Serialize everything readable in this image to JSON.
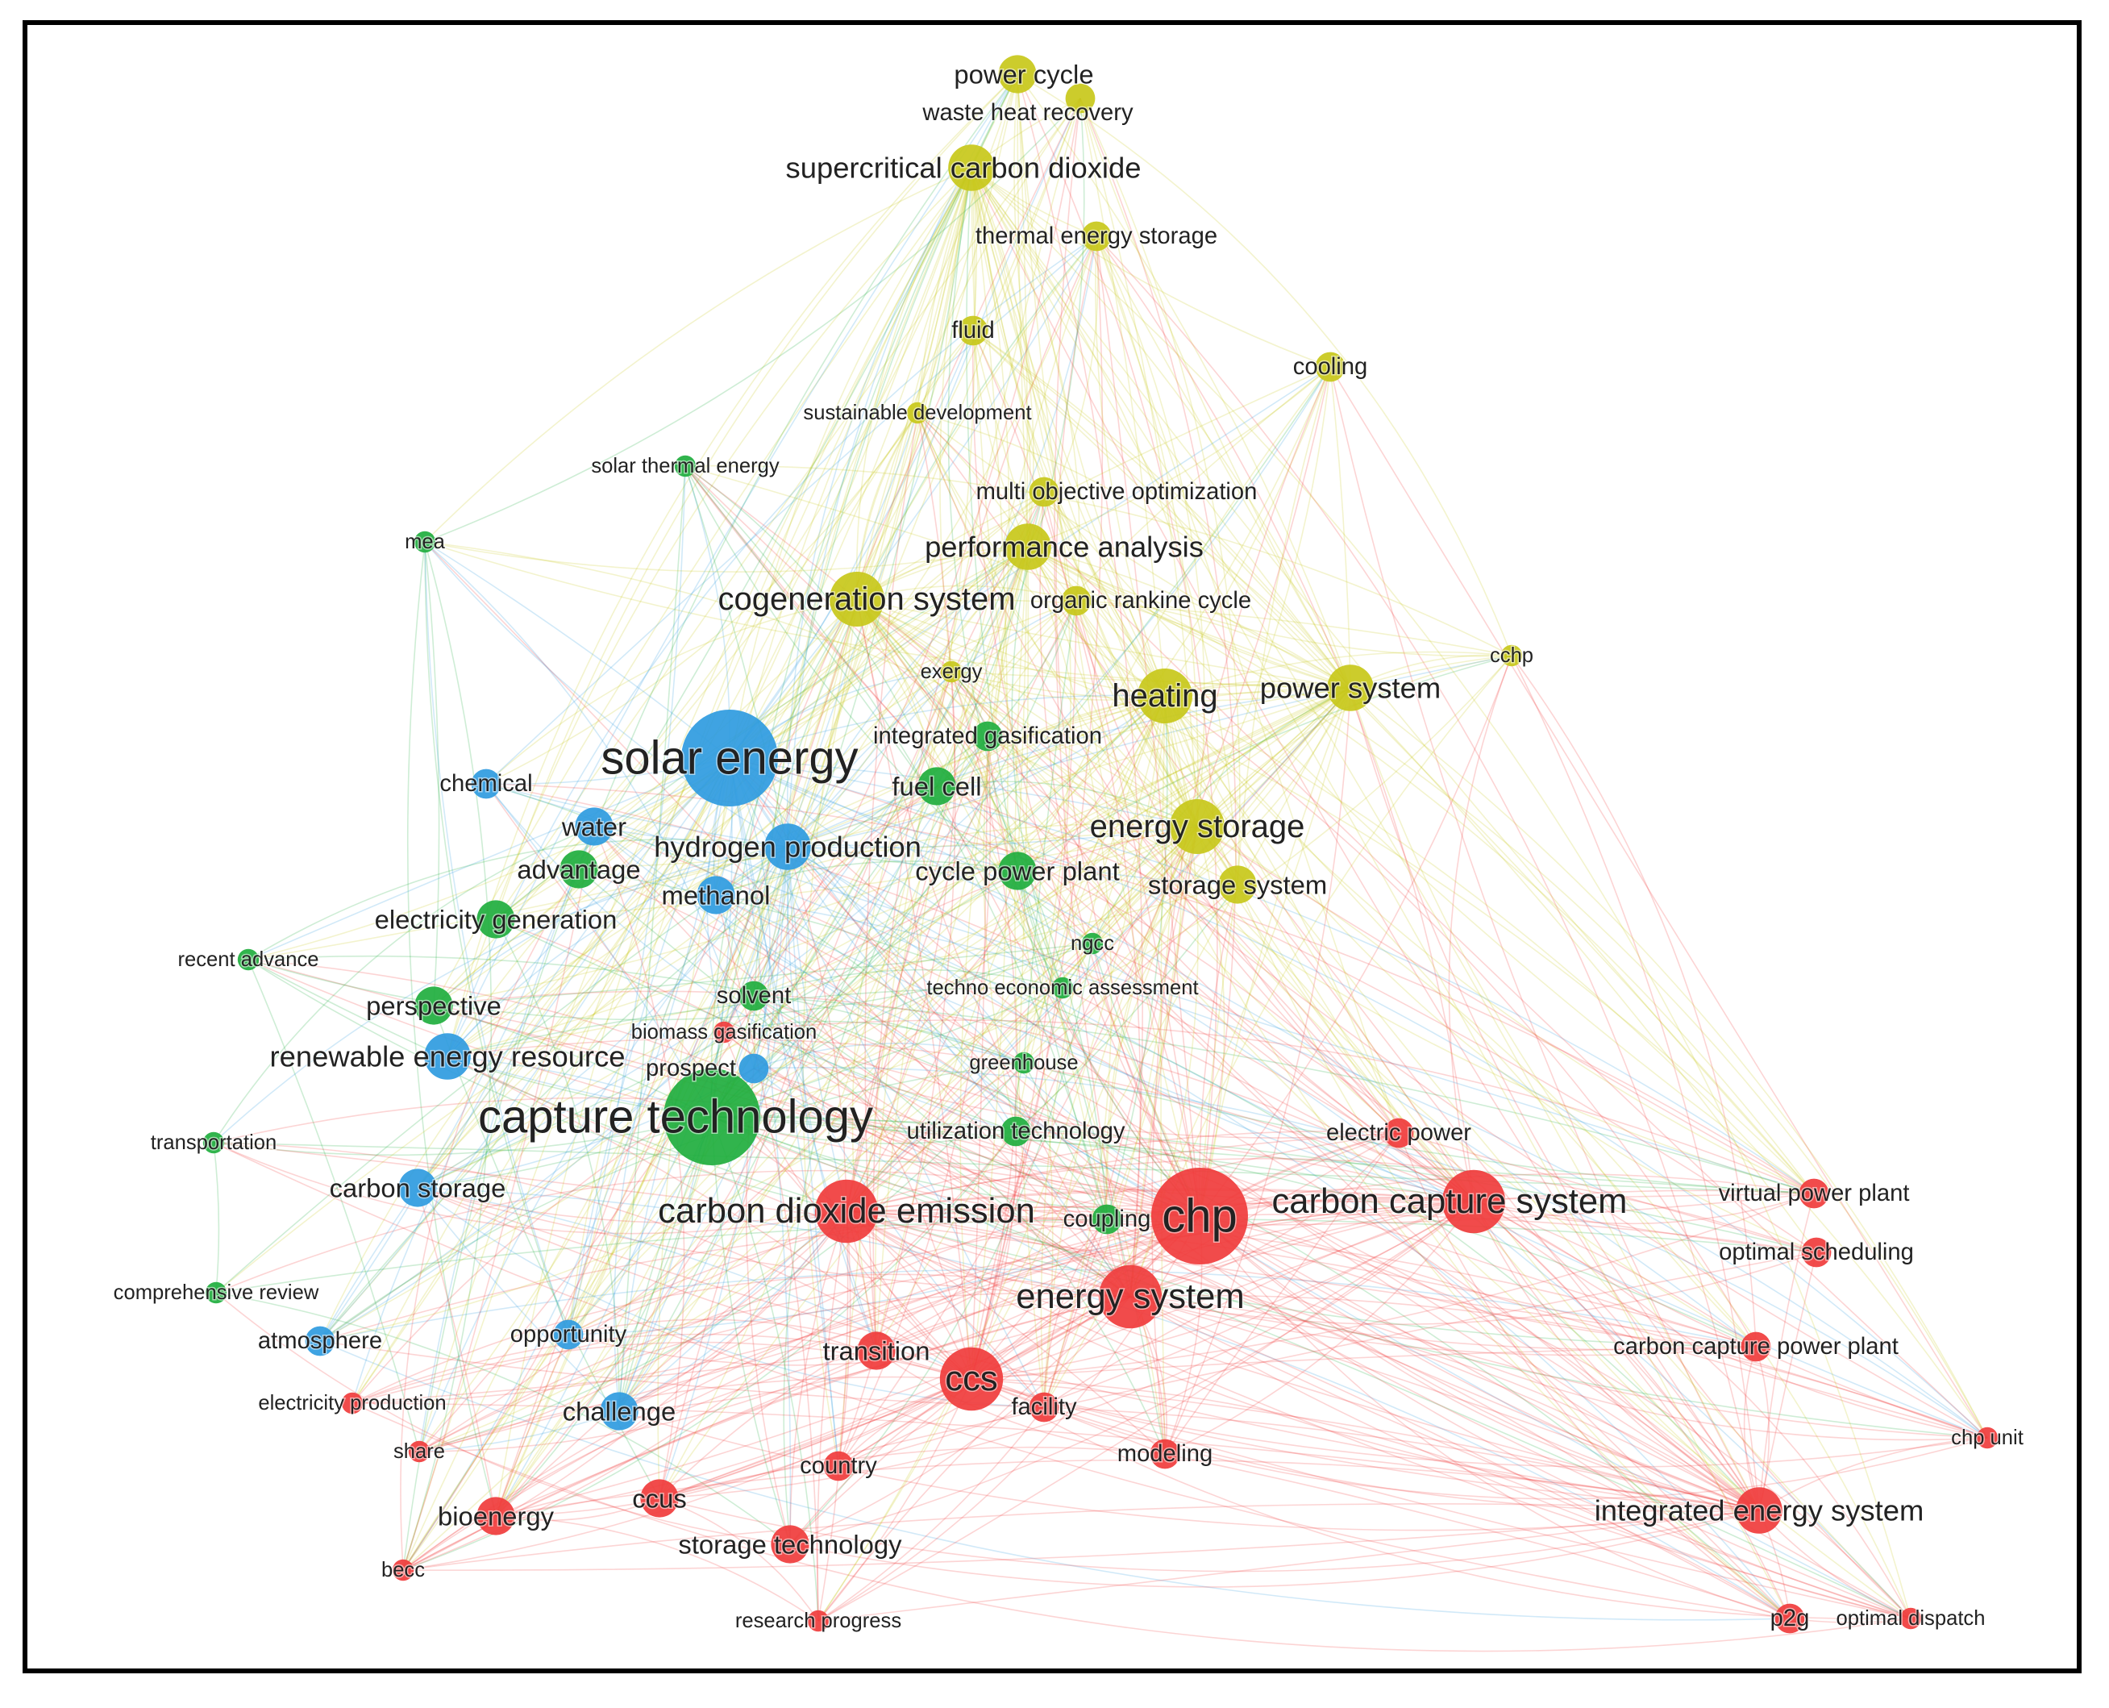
{
  "diagram": {
    "type": "keyword co-occurrence network",
    "clusters": {
      "red": "#f03c3c",
      "green": "#1fae3e",
      "blue": "#2f9be0",
      "yellow": "#c8c81a"
    },
    "nodes": [
      {
        "id": "power_cycle",
        "label": "power cycle",
        "cluster": "yellow",
        "weight": 3
      },
      {
        "id": "waste_heat",
        "label": "waste heat recovery",
        "cluster": "yellow",
        "weight": 2
      },
      {
        "id": "sco2",
        "label": "supercritical carbon dioxide",
        "cluster": "yellow",
        "weight": 4
      },
      {
        "id": "tes",
        "label": "thermal energy storage",
        "cluster": "yellow",
        "weight": 2
      },
      {
        "id": "fluid",
        "label": "fluid",
        "cluster": "yellow",
        "weight": 2
      },
      {
        "id": "cooling",
        "label": "cooling",
        "cluster": "yellow",
        "weight": 2
      },
      {
        "id": "sust_dev",
        "label": "sustainable development",
        "cluster": "yellow",
        "weight": 1
      },
      {
        "id": "moo",
        "label": "multi objective optimization",
        "cluster": "yellow",
        "weight": 2
      },
      {
        "id": "perf",
        "label": "performance analysis",
        "cluster": "yellow",
        "weight": 4
      },
      {
        "id": "orc",
        "label": "organic rankine cycle",
        "cluster": "yellow",
        "weight": 2
      },
      {
        "id": "cogen",
        "label": "cogeneration system",
        "cluster": "yellow",
        "weight": 5
      },
      {
        "id": "exergy",
        "label": "exergy",
        "cluster": "yellow",
        "weight": 1
      },
      {
        "id": "cchp",
        "label": "cchp",
        "cluster": "yellow",
        "weight": 1
      },
      {
        "id": "heating",
        "label": "heating",
        "cluster": "yellow",
        "weight": 5
      },
      {
        "id": "power_sys",
        "label": "power system",
        "cluster": "yellow",
        "weight": 4
      },
      {
        "id": "energy_storage",
        "label": "energy storage",
        "cluster": "yellow",
        "weight": 5
      },
      {
        "id": "storage_sys",
        "label": "storage system",
        "cluster": "yellow",
        "weight": 3
      },
      {
        "id": "solar_thermal",
        "label": "solar thermal energy",
        "cluster": "green",
        "weight": 1
      },
      {
        "id": "mea",
        "label": "mea",
        "cluster": "green",
        "weight": 1
      },
      {
        "id": "int_gas",
        "label": "integrated gasification",
        "cluster": "green",
        "weight": 2
      },
      {
        "id": "fuel_cell",
        "label": "fuel cell",
        "cluster": "green",
        "weight": 3
      },
      {
        "id": "cycle_pp",
        "label": "cycle power plant",
        "cluster": "green",
        "weight": 3
      },
      {
        "id": "advantage",
        "label": "advantage",
        "cluster": "green",
        "weight": 3
      },
      {
        "id": "elec_gen",
        "label": "electricity generation",
        "cluster": "green",
        "weight": 3
      },
      {
        "id": "ngcc",
        "label": "ngcc",
        "cluster": "green",
        "weight": 1
      },
      {
        "id": "recent_adv",
        "label": "recent advance",
        "cluster": "green",
        "weight": 1
      },
      {
        "id": "tea",
        "label": "techno economic assessment",
        "cluster": "green",
        "weight": 1
      },
      {
        "id": "solvent",
        "label": "solvent",
        "cluster": "green",
        "weight": 2
      },
      {
        "id": "perspective",
        "label": "perspective",
        "cluster": "green",
        "weight": 3
      },
      {
        "id": "greenhouse",
        "label": "greenhouse",
        "cluster": "green",
        "weight": 1
      },
      {
        "id": "capture_tech",
        "label": "capture technology",
        "cluster": "green",
        "weight": 10
      },
      {
        "id": "util_tech",
        "label": "utilization technology",
        "cluster": "green",
        "weight": 2
      },
      {
        "id": "transport",
        "label": "transportation",
        "cluster": "green",
        "weight": 1
      },
      {
        "id": "comp_review",
        "label": "comprehensive review",
        "cluster": "green",
        "weight": 1
      },
      {
        "id": "coupling",
        "label": "coupling",
        "cluster": "green",
        "weight": 2
      },
      {
        "id": "solar_energy",
        "label": "solar energy",
        "cluster": "blue",
        "weight": 10
      },
      {
        "id": "chemical",
        "label": "chemical",
        "cluster": "blue",
        "weight": 2
      },
      {
        "id": "water",
        "label": "water",
        "cluster": "blue",
        "weight": 3
      },
      {
        "id": "h2_prod",
        "label": "hydrogen production",
        "cluster": "blue",
        "weight": 4
      },
      {
        "id": "methanol",
        "label": "methanol",
        "cluster": "blue",
        "weight": 3
      },
      {
        "id": "renew_res",
        "label": "renewable energy resource",
        "cluster": "blue",
        "weight": 4
      },
      {
        "id": "prospect",
        "label": "prospect",
        "cluster": "blue",
        "weight": 2
      },
      {
        "id": "carbon_storage",
        "label": "carbon storage",
        "cluster": "blue",
        "weight": 3
      },
      {
        "id": "atmosphere",
        "label": "atmosphere",
        "cluster": "blue",
        "weight": 2
      },
      {
        "id": "opportunity",
        "label": "opportunity",
        "cluster": "blue",
        "weight": 2
      },
      {
        "id": "challenge",
        "label": "challenge",
        "cluster": "blue",
        "weight": 3
      },
      {
        "id": "biomass_gas",
        "label": "biomass gasification",
        "cluster": "red",
        "weight": 1
      },
      {
        "id": "co2_emission",
        "label": "carbon dioxide emission",
        "cluster": "red",
        "weight": 6
      },
      {
        "id": "chp",
        "label": "chp",
        "cluster": "red",
        "weight": 10
      },
      {
        "id": "ccs_sys",
        "label": "carbon capture system",
        "cluster": "red",
        "weight": 6
      },
      {
        "id": "elec_power",
        "label": "electric power",
        "cluster": "red",
        "weight": 2
      },
      {
        "id": "vpp",
        "label": "virtual power plant",
        "cluster": "red",
        "weight": 2
      },
      {
        "id": "opt_sched",
        "label": "optimal scheduling",
        "cluster": "red",
        "weight": 2
      },
      {
        "id": "energy_system",
        "label": "energy system",
        "cluster": "red",
        "weight": 6
      },
      {
        "id": "transition",
        "label": "transition",
        "cluster": "red",
        "weight": 3
      },
      {
        "id": "ccs",
        "label": "ccs",
        "cluster": "red",
        "weight": 6
      },
      {
        "id": "facility",
        "label": "facility",
        "cluster": "red",
        "weight": 2
      },
      {
        "id": "ccpp",
        "label": "carbon capture power plant",
        "cluster": "red",
        "weight": 2
      },
      {
        "id": "elec_prod",
        "label": "electricity production",
        "cluster": "red",
        "weight": 1
      },
      {
        "id": "share",
        "label": "share",
        "cluster": "red",
        "weight": 1
      },
      {
        "id": "modeling",
        "label": "modeling",
        "cluster": "red",
        "weight": 2
      },
      {
        "id": "country",
        "label": "country",
        "cluster": "red",
        "weight": 2
      },
      {
        "id": "chp_unit",
        "label": "chp unit",
        "cluster": "red",
        "weight": 1
      },
      {
        "id": "ccus",
        "label": "ccus",
        "cluster": "red",
        "weight": 3
      },
      {
        "id": "bioenergy",
        "label": "bioenergy",
        "cluster": "red",
        "weight": 3
      },
      {
        "id": "ies",
        "label": "integrated energy system",
        "cluster": "red",
        "weight": 4
      },
      {
        "id": "storage_tech",
        "label": "storage technology",
        "cluster": "red",
        "weight": 3
      },
      {
        "id": "becc",
        "label": "becc",
        "cluster": "red",
        "weight": 1
      },
      {
        "id": "research_prog",
        "label": "research progress",
        "cluster": "red",
        "weight": 1
      },
      {
        "id": "p2g",
        "label": "p2g",
        "cluster": "red",
        "weight": 2
      },
      {
        "id": "opt_dispatch",
        "label": "optimal dispatch",
        "cluster": "red",
        "weight": 1
      }
    ]
  }
}
